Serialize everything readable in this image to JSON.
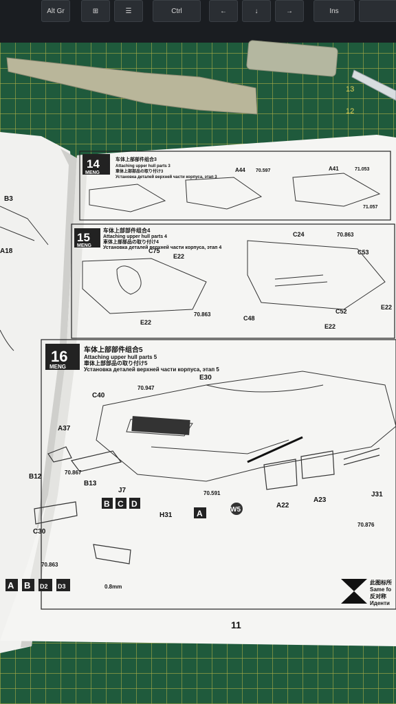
{
  "keyboard": {
    "keys": [
      "Alt Gr",
      "Ctrl",
      "Ins"
    ]
  },
  "mat": {
    "ruler_numbers": [
      "13",
      "12"
    ]
  },
  "left_page": {
    "labels": [
      "B3",
      "A18"
    ]
  },
  "steps": [
    {
      "number": "14",
      "brand": "MENG",
      "zh": "车体上部部件组合3",
      "en": "Attaching upper hull parts 3",
      "ja": "車体上部部品の取り付け3",
      "ru": "Установка деталей верхней части корпуса, этап 3",
      "parts": [
        "A44",
        "70.597",
        "A41",
        "71.053",
        "71.057"
      ]
    },
    {
      "number": "15",
      "brand": "MENG",
      "zh": "车体上部部件组合4",
      "en": "Attaching upper hull parts 4",
      "ja": "車体上部部品の取り付け4",
      "ru": "Установка деталей верхней части корпуса, этап 4",
      "parts": [
        "C75",
        "E22",
        "70.863",
        "C24",
        "70.863",
        "C53",
        "C48",
        "C52",
        "E22",
        "E22"
      ]
    },
    {
      "number": "16",
      "brand": "MENG",
      "zh": "车体上部部件组合5",
      "en": "Attaching upper hull parts 5",
      "ja": "車体上部部品の取り付け5",
      "ru": "Установка деталей верхней части корпуса, этап 5",
      "parts": [
        "70.947",
        "E30",
        "C40",
        "A37",
        "B12",
        "70.867",
        "B13",
        "J7",
        "70.591",
        "H31",
        "A22",
        "A23",
        "J31",
        "70.876",
        "C30",
        "70.863",
        "0.8mm"
      ]
    }
  ],
  "step16_extra": {
    "sprues": [
      "B",
      "C",
      "D"
    ],
    "sprue_h31": "A",
    "weight": "W5"
  },
  "legend_row": [
    "A",
    "B",
    "D2",
    "D3"
  ],
  "corner_note": {
    "zh_1": "此图标所",
    "en": "Same fo",
    "zh_2": "反对称",
    "ru": "Иденти"
  },
  "page_number": "11"
}
